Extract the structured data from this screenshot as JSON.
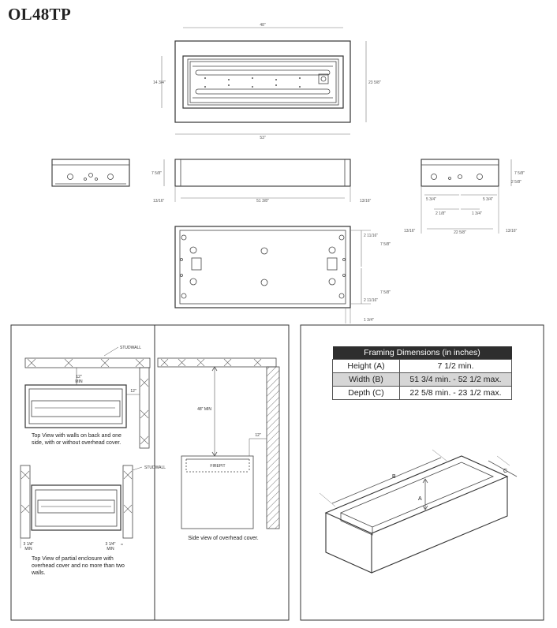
{
  "page": {
    "title": "OL48TP"
  },
  "dimensions": {
    "top_width": "48\"",
    "outer_width": "53\"",
    "inner_height": "14 3/4\"",
    "outer_height": "23 5/8\"",
    "front_depth": "7 5/8\"",
    "front_width": "51 3/8\"",
    "left_offset": "13/16\"",
    "right_offset": "13/16\"",
    "side_depth": "7 5/8\"",
    "side_inner": "2 5/8\"",
    "side_a": "5 3/4\"",
    "side_b": "5 3/4\"",
    "side_c": "2 1/8\"",
    "side_d": "1 3/4\"",
    "side_width": "22 5/8\"",
    "side_left": "13/16\"",
    "side_right": "13/16\"",
    "bottom_a": "2 11/16\"",
    "bottom_b": "7 5/8\"",
    "bottom_c": "7 5/8\"",
    "bottom_d": "2 11/16\"",
    "bottom_e": "1 3/4\""
  },
  "clearance": {
    "studwall_top": "STUDWALL",
    "studwall_side": "STUDWALL",
    "min_12": "12\"",
    "min_label": "MIN",
    "side_12": "12\"",
    "caption_top": "Top View with walls on back and one side, with or without overhead cover.",
    "left_3": "3 1/4\"",
    "right_3": "3 1/4\"",
    "min_small_left": "MIN",
    "min_small_right": "MIN",
    "caption_partial": "Top View of partial enclosure with overhead cover and no more than two walls.",
    "overhead_48": "48\" MIN",
    "overhead_12": "12\"",
    "firepit": "FIREPIT",
    "caption_side": "Side view of overhead cover."
  },
  "framing": {
    "title": "Framing Dimensions (in inches)",
    "rows": [
      {
        "key": "Height (A)",
        "value": "7 1/2 min."
      },
      {
        "key": "Width (B)",
        "value": "51 3/4 min. - 52 1/2 max."
      },
      {
        "key": "Depth (C)",
        "value": "22 5/8 min. - 23 1/2 max."
      }
    ],
    "label_a": "A",
    "label_b": "B",
    "label_c": "C"
  }
}
